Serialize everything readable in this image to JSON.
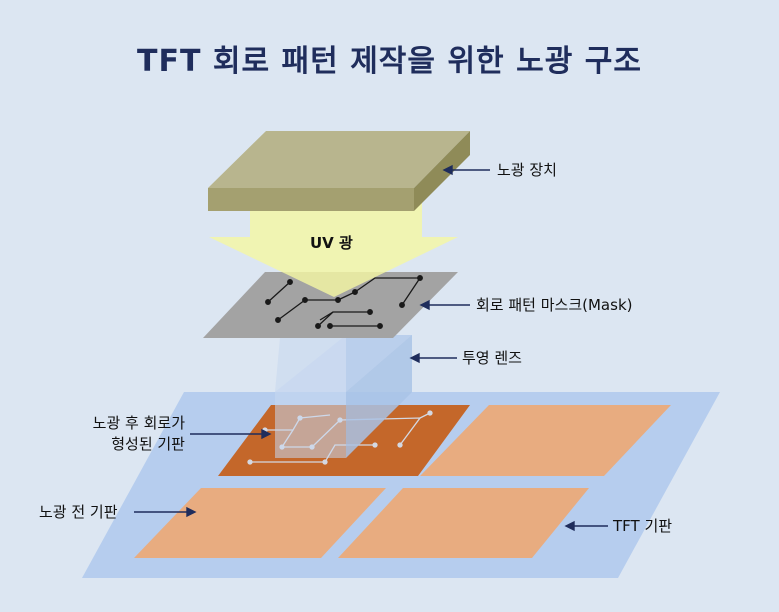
{
  "title": "TFT 회로 패턴 제작을 위한 노광 구조",
  "labels": {
    "exposure_device": "노광 장치",
    "uv_light": "UV 광",
    "circuit_mask": "회로 패턴 마스크(Mask)",
    "projection_lens": "투영 렌즈",
    "exposed_substrate_line1": "노광 후 회로가",
    "exposed_substrate_line2": "형성된 기판",
    "pre_exposure_substrate": "노광 전 기판",
    "tft_substrate": "TFT 기판"
  },
  "colors": {
    "background": "#dce6f2",
    "title": "#1f2d5c",
    "device_top": "#b8b58e",
    "device_side": "#8f8b58",
    "uv_arrow": "#f4f6a4",
    "mask": "#a3a3a3",
    "lens": "#a9c3e6",
    "substrate_frame": "#b6cdee",
    "panel_exposed": "#c4672a",
    "panel_unexposed": "#e8ac80",
    "leader": "#1f2d5c"
  }
}
